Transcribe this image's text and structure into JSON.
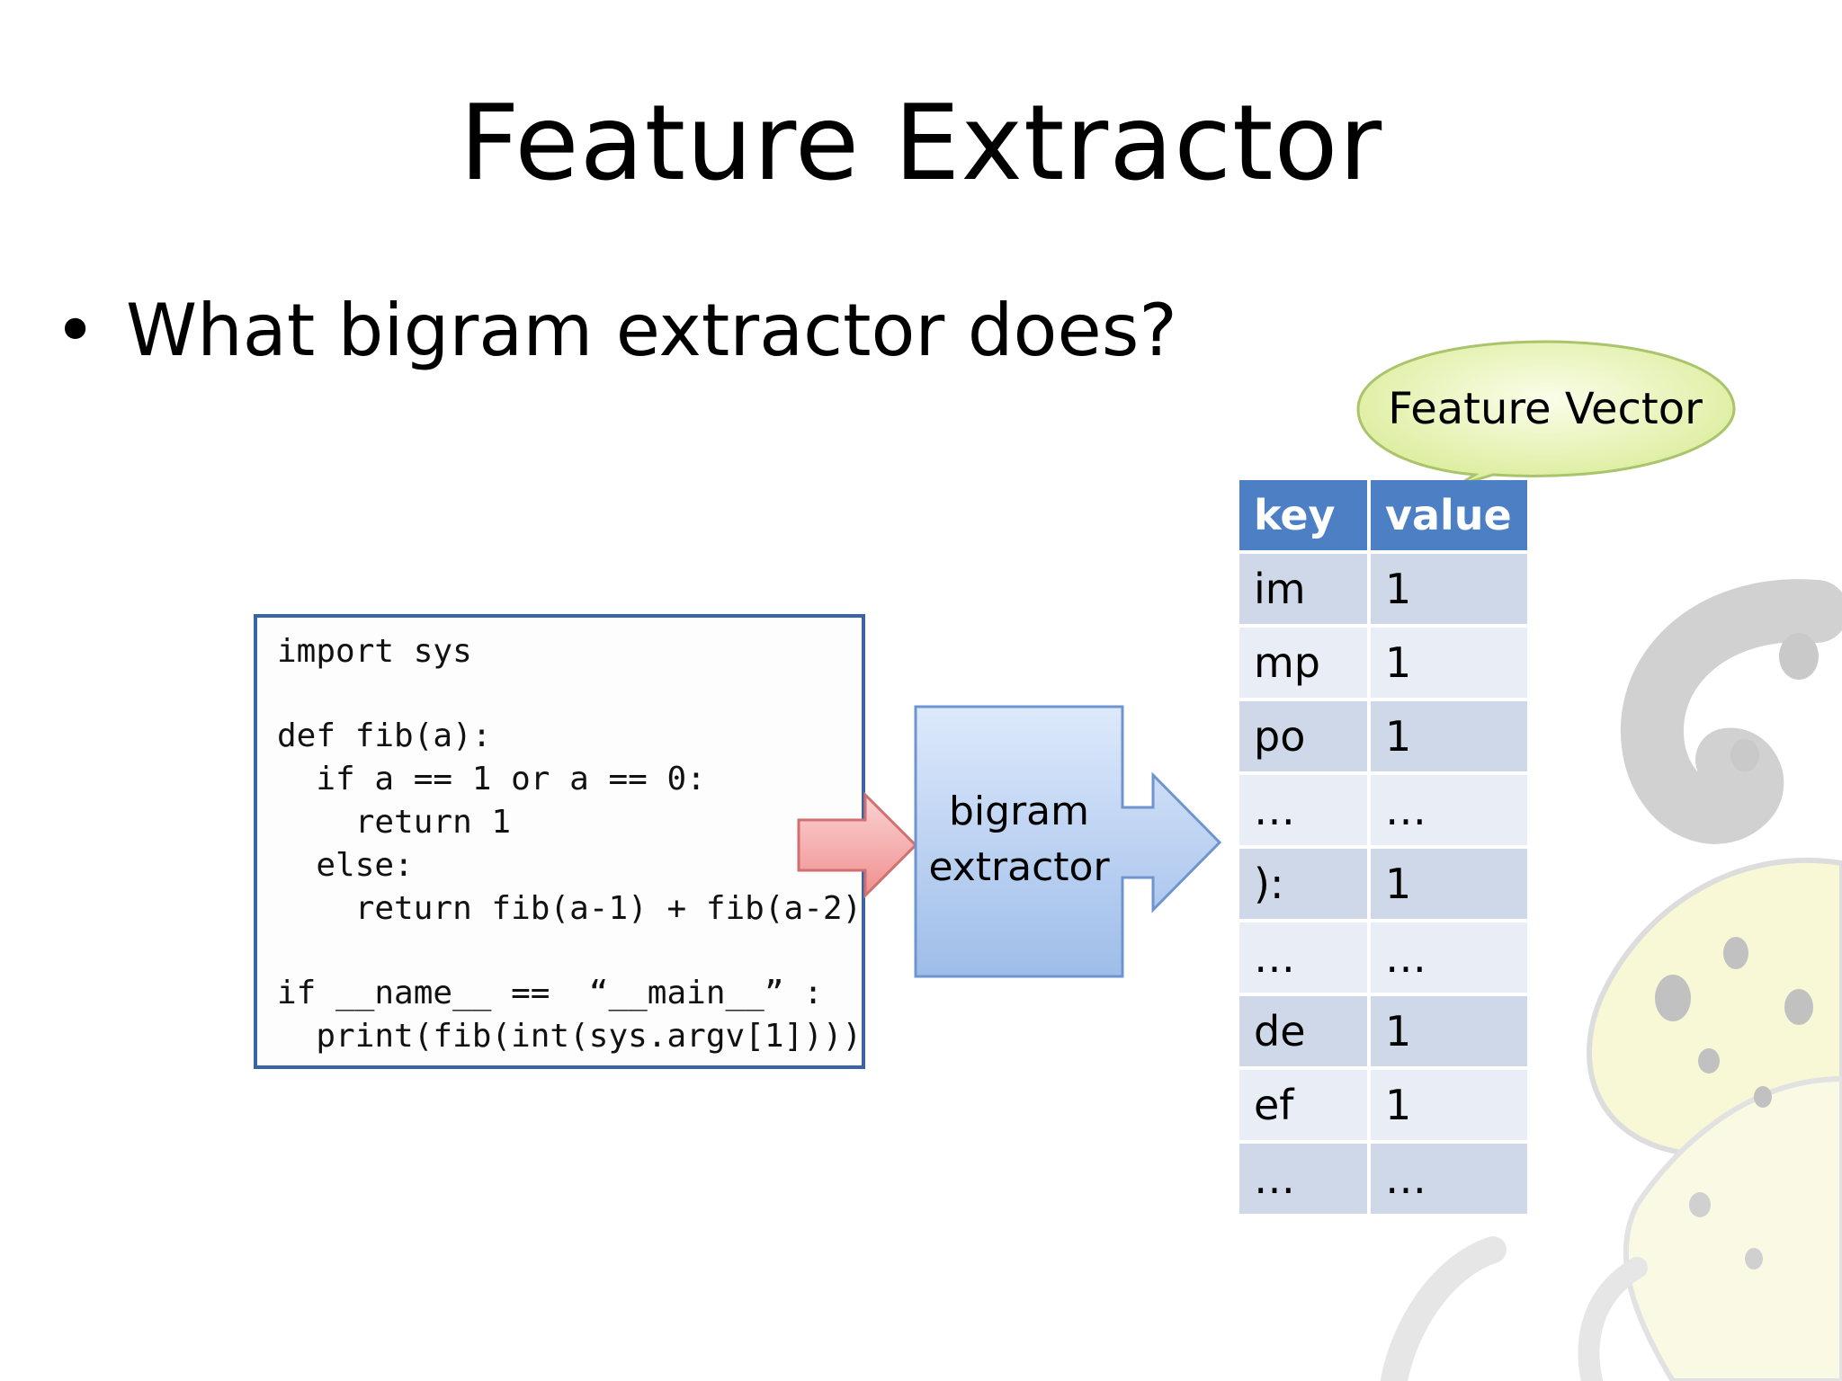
{
  "slide": {
    "title": "Feature Extractor",
    "bullet": "•",
    "question": "What bigram extractor does?"
  },
  "code": {
    "lines": [
      "import sys",
      "",
      "def fib(a):",
      "  if a == 1 or a == 0:",
      "    return 1",
      "  else:",
      "    return fib(a-1) + fib(a-2)",
      "",
      "if __name__ ==  “__main__” :",
      "  print(fib(int(sys.argv[1])))"
    ]
  },
  "extractor": {
    "line1": "bigram",
    "line2": "extractor"
  },
  "callout": {
    "label": "Feature Vector"
  },
  "table": {
    "headers": [
      "key",
      "value"
    ],
    "rows": [
      [
        "im",
        "1"
      ],
      [
        "mp",
        "1"
      ],
      [
        "po",
        "1"
      ],
      [
        "…",
        "…"
      ],
      [
        "):",
        "1"
      ],
      [
        "…",
        "…"
      ],
      [
        "de",
        "1"
      ],
      [
        "ef",
        "1"
      ],
      [
        "…",
        "…"
      ]
    ]
  },
  "colors": {
    "code_border": "#3a64a8",
    "header_fill": "#4d7fc4",
    "row_dark": "#cfd8e9",
    "row_light": "#e9edf5",
    "input_arrow": "#f4a3a3",
    "extractor_fill": "#b9d0f2",
    "callout_fill": "#e8f4b8"
  }
}
